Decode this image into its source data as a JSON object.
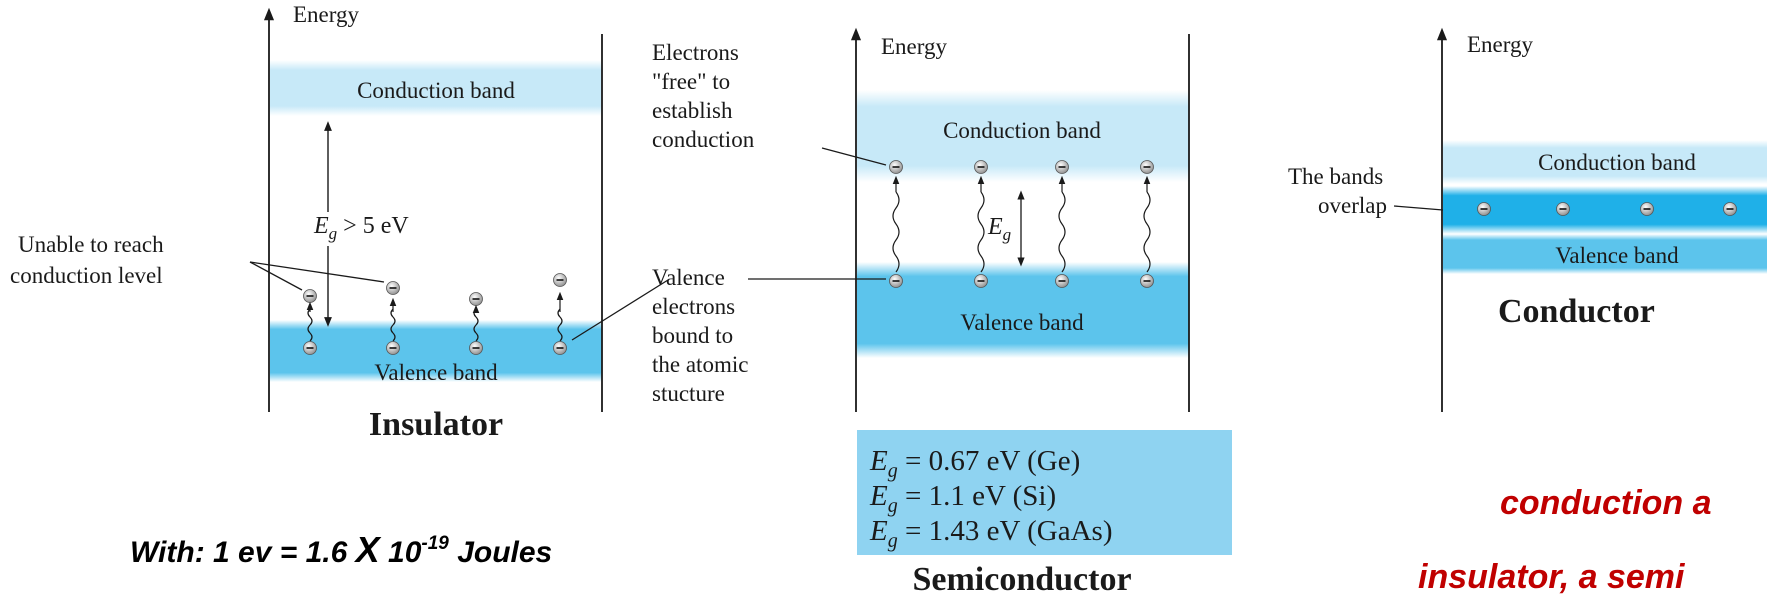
{
  "insulator": {
    "axis_label": "Energy",
    "conduction": "Conduction band",
    "valence": "Valence band",
    "gap_e": "E",
    "gap_sub": "g",
    "gap_rest": " > 5 eV",
    "annotation_line1": "Unable to reach",
    "annotation_line2": "conduction level",
    "caption": "Insulator"
  },
  "semiconductor": {
    "axis_label": "Energy",
    "conduction": "Conduction band",
    "valence": "Valence band",
    "gap_e": "E",
    "gap_sub": "g",
    "free_note": [
      "Electrons",
      "\"free\" to",
      "establish",
      "conduction"
    ],
    "valence_note": [
      "Valence",
      "electrons",
      "bound to",
      "the atomic",
      "stucture"
    ],
    "gaps": [
      {
        "e": "E",
        "sub": "g",
        "rest": " = 0.67 eV (Ge)"
      },
      {
        "e": "E",
        "sub": "g",
        "rest": " = 1.1 eV (Si)"
      },
      {
        "e": "E",
        "sub": "g",
        "rest": " = 1.43 eV (GaAs)"
      }
    ],
    "caption": "Semiconductor"
  },
  "conductor": {
    "axis_label": "Energy",
    "conduction": "Conduction band",
    "valence": "Valence band",
    "overlap_line1": "The bands",
    "overlap_line2": "overlap",
    "caption": "Conductor"
  },
  "note": {
    "prefix": "With:   1 ev = 1.6 ",
    "x": "X",
    "ten": " 10",
    "exp": "-19",
    "unit": " Joules"
  },
  "cutoff_text": {
    "line1": "conduction a",
    "line2": "insulator, a semi"
  },
  "colors": {
    "conduction_band": "#c7e9f8",
    "valence_band": "#5cc4ec",
    "overlap_band": "#1fb0e8",
    "eg_box": "#8fd3f1",
    "red_text": "#c00000"
  }
}
